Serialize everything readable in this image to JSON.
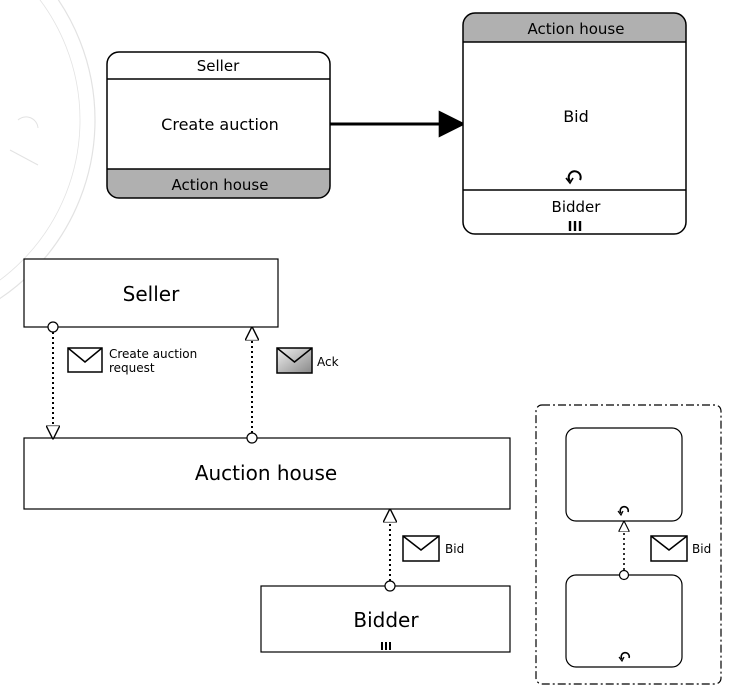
{
  "choreography_task_1": {
    "top_participant": "Seller",
    "task_name": "Create auction",
    "bottom_participant": "Action house"
  },
  "choreography_task_2": {
    "top_participant": "Action house",
    "task_name": "Bid",
    "bottom_participant": "Bidder",
    "loop_marker_icon": "loop-icon",
    "multi_instance_marker_icon": "parallel-multi-instance-icon"
  },
  "collaboration": {
    "seller_pool": "Seller",
    "auction_house_pool": "Auction house",
    "bidder_pool": "Bidder",
    "messages": {
      "create_auction_line1": "Create auction",
      "create_auction_line2": "request",
      "ack": "Ack",
      "bid": "Bid"
    }
  },
  "sub_diagram": {
    "message": "Bid"
  },
  "colors": {
    "band_fill": "#b0b0b0",
    "stroke": "#000000"
  }
}
